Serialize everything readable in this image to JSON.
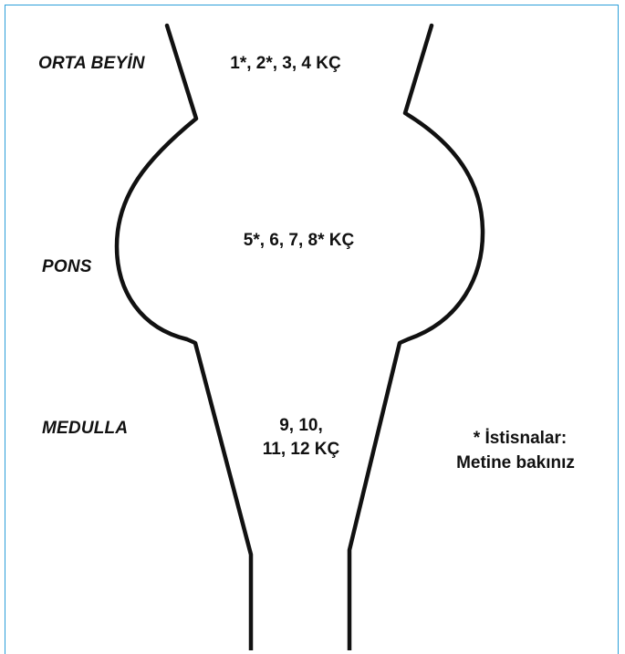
{
  "regions": {
    "midbrain": {
      "label": "ORTA BEYİN",
      "nerves": "1*, 2*, 3, 4 KÇ"
    },
    "pons": {
      "label": "PONS",
      "nerves": "5*, 6, 7, 8* KÇ"
    },
    "medulla": {
      "label": "MEDULLA",
      "nerves_line1": "9, 10,",
      "nerves_line2": "11, 12 KÇ"
    }
  },
  "footnote": {
    "line1": "* İstisnalar:",
    "line2": "Metine bakınız"
  },
  "colors": {
    "frame": "#2b9fd9",
    "outline": "#111111"
  }
}
